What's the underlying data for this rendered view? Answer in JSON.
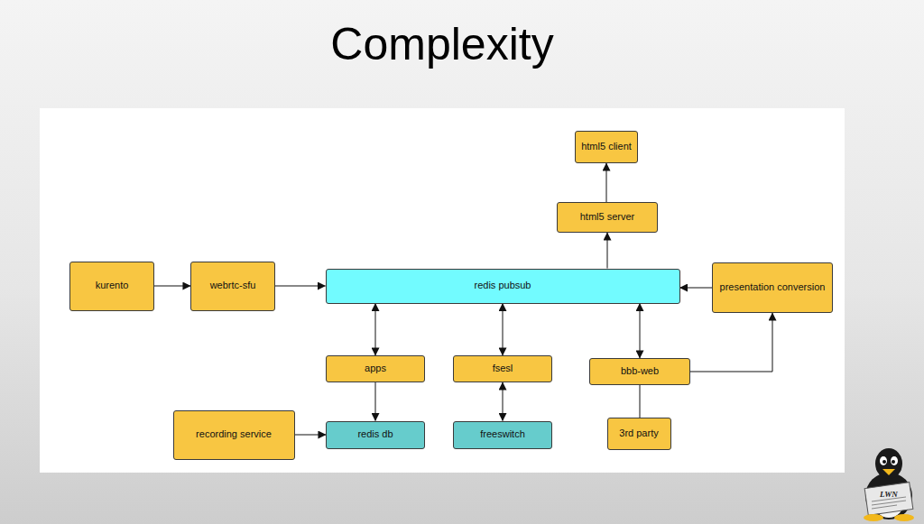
{
  "diagram": {
    "title": "Complexity",
    "nodes": [
      {
        "text": [
          "html5 client"
        ]
      },
      {
        "text": [
          "html5 server"
        ]
      },
      {
        "text": [
          "kurento"
        ]
      },
      {
        "text": [
          "webrtc-sfu"
        ]
      },
      {
        "text": [
          "redis pubsub"
        ]
      },
      {
        "text": [
          "presentation conversion"
        ]
      },
      {
        "text": [
          "apps"
        ]
      },
      {
        "text": [
          "fsesl"
        ]
      },
      {
        "text": [
          "bbb-web"
        ]
      },
      {
        "text": [
          "recording service"
        ]
      },
      {
        "text": [
          "redis db"
        ]
      },
      {
        "text": [
          "freeswitch"
        ]
      },
      {
        "text": [
          "3rd party"
        ]
      }
    ],
    "edges": [
      {
        "from": 1,
        "to": 0,
        "arrow": "to"
      },
      {
        "from": 4,
        "to": 1,
        "arrow": "to"
      },
      {
        "from": 2,
        "to": 3,
        "arrow": "to"
      },
      {
        "from": 3,
        "to": 4,
        "arrow": "to"
      },
      {
        "from": 5,
        "to": 4,
        "arrow": "to"
      },
      {
        "from": 6,
        "to": 4,
        "arrow": "both"
      },
      {
        "from": 7,
        "to": 4,
        "arrow": "both"
      },
      {
        "from": 8,
        "to": 4,
        "arrow": "both"
      },
      {
        "from": 8,
        "to": 5,
        "arrow": "to"
      },
      {
        "from": 6,
        "to": 10,
        "arrow": "to"
      },
      {
        "from": 7,
        "to": 11,
        "arrow": "both"
      },
      {
        "from": 9,
        "to": 10,
        "arrow": "to"
      },
      {
        "from": 8,
        "to": 12,
        "arrow": "none"
      }
    ],
    "labels": [
      "LWN"
    ]
  }
}
